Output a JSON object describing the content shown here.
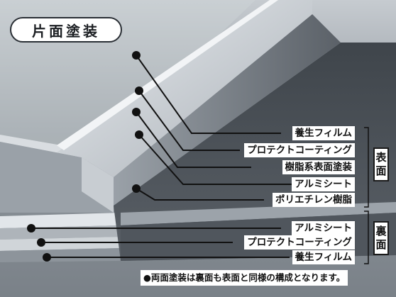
{
  "title": "片面塗装",
  "front": {
    "group_label_chars": [
      "表",
      "面"
    ],
    "layers": [
      {
        "id": "front-1",
        "label": "養生フィルム"
      },
      {
        "id": "front-2",
        "label": "プロテクトコーティング"
      },
      {
        "id": "front-3",
        "label": "樹脂系表面塗装"
      },
      {
        "id": "front-4",
        "label": "アルミシート"
      },
      {
        "id": "front-5",
        "label": "ポリエチレン樹脂"
      }
    ]
  },
  "back": {
    "group_label_chars": [
      "裏",
      "面"
    ],
    "layers": [
      {
        "id": "back-1",
        "label": "アルミシート"
      },
      {
        "id": "back-2",
        "label": "プロテクトコーティング"
      },
      {
        "id": "back-3",
        "label": "養生フィルム"
      }
    ]
  },
  "footnote": "●両面塗装は裏面も表面と同様の構成となります。",
  "colors": {
    "background": "#8a9097",
    "panel_dark": "#4a5057",
    "panel_mid": "#7b828a",
    "panel_light": "#b4bac0",
    "leader": "#111111"
  }
}
